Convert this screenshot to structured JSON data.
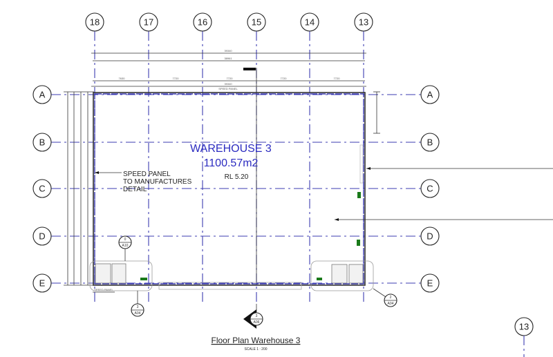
{
  "grid_columns": [
    "18",
    "17",
    "16",
    "15",
    "14",
    "13"
  ],
  "grid_rows": [
    "A",
    "B",
    "C",
    "D",
    "E"
  ],
  "room": {
    "name": "WAREHOUSE 3",
    "area": "1100.57m2",
    "level": "RL 5.20"
  },
  "note": [
    "SPEED PANEL",
    "TO MANUFACTURES",
    "DETAIL"
  ],
  "dimensions": {
    "overall_1": "39340",
    "overall_2": "38961",
    "bays": [
      "7630",
      "7720",
      "7720",
      "7720",
      "7720"
    ],
    "overall_3": "39340",
    "panel_label": "SPEED PANEL"
  },
  "callouts": [
    {
      "num": "0",
      "sheet": "A10"
    },
    {
      "num": "3",
      "sheet": "A04"
    },
    {
      "num": "2",
      "sheet": "A04"
    },
    {
      "num": "3",
      "sheet": "A06"
    }
  ],
  "extra_grid": "13",
  "title": "Floor Plan Warehouse 3",
  "scale": "SCALE 1 : 200"
}
